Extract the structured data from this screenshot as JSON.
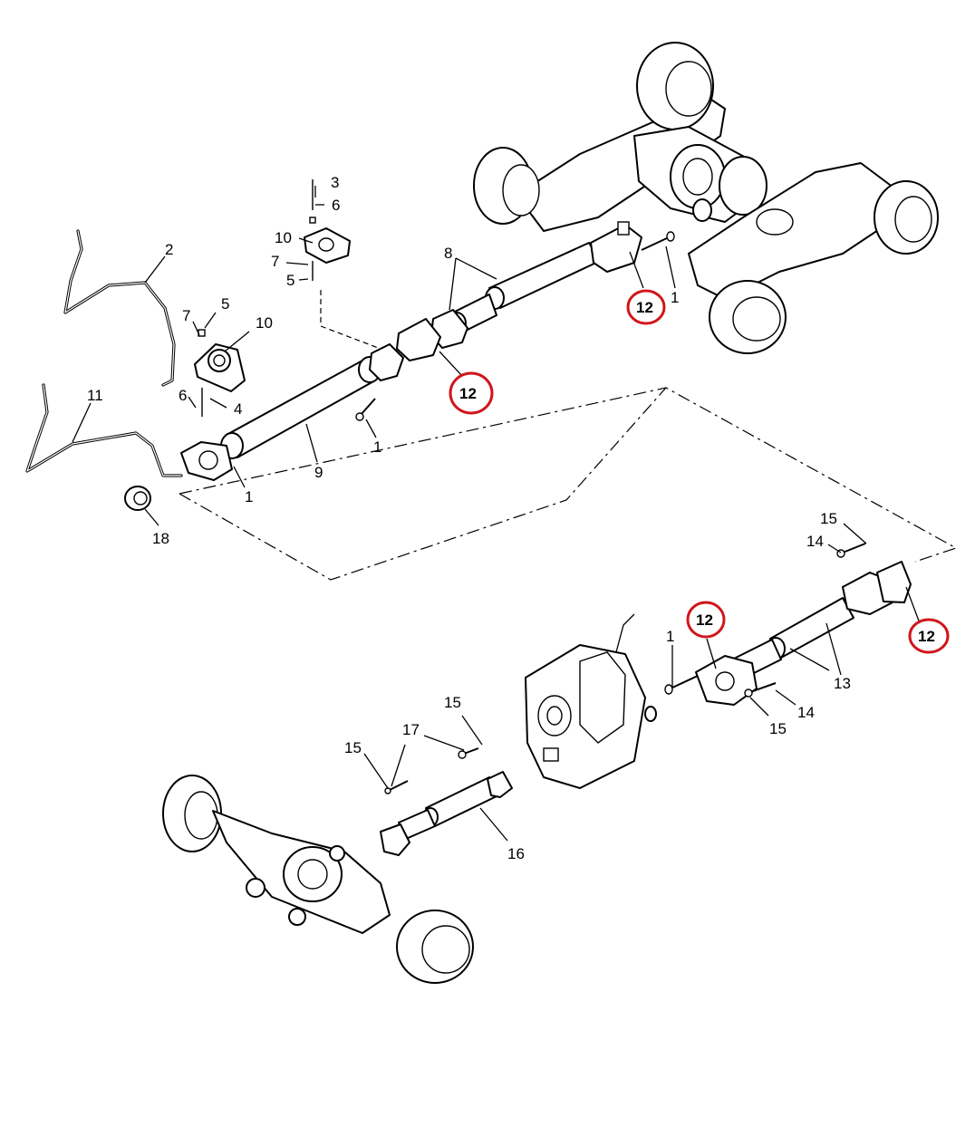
{
  "diagram": {
    "callouts": {
      "c1_top_right": "1",
      "c1_mid": "1",
      "c1_left": "1",
      "c1_lower": "1",
      "c2": "2",
      "c3": "3",
      "c4": "4",
      "c5_top": "5",
      "c5_mid": "5",
      "c6_top": "6",
      "c6_left": "6",
      "c7_top": "7",
      "c7_left": "7",
      "c8": "8",
      "c9": "9",
      "c10_top": "10",
      "c10_left": "10",
      "c11": "11",
      "c12_a": "12",
      "c12_b": "12",
      "c12_c": "12",
      "c12_d": "12",
      "c13": "13",
      "c14_top": "14",
      "c14_bottom": "14",
      "c15_top": "15",
      "c15_bottom": "15",
      "c15_mid": "15",
      "c15_left": "15",
      "c16": "16",
      "c17": "17",
      "c18": "18"
    },
    "highlight_color": "#d0161b"
  }
}
